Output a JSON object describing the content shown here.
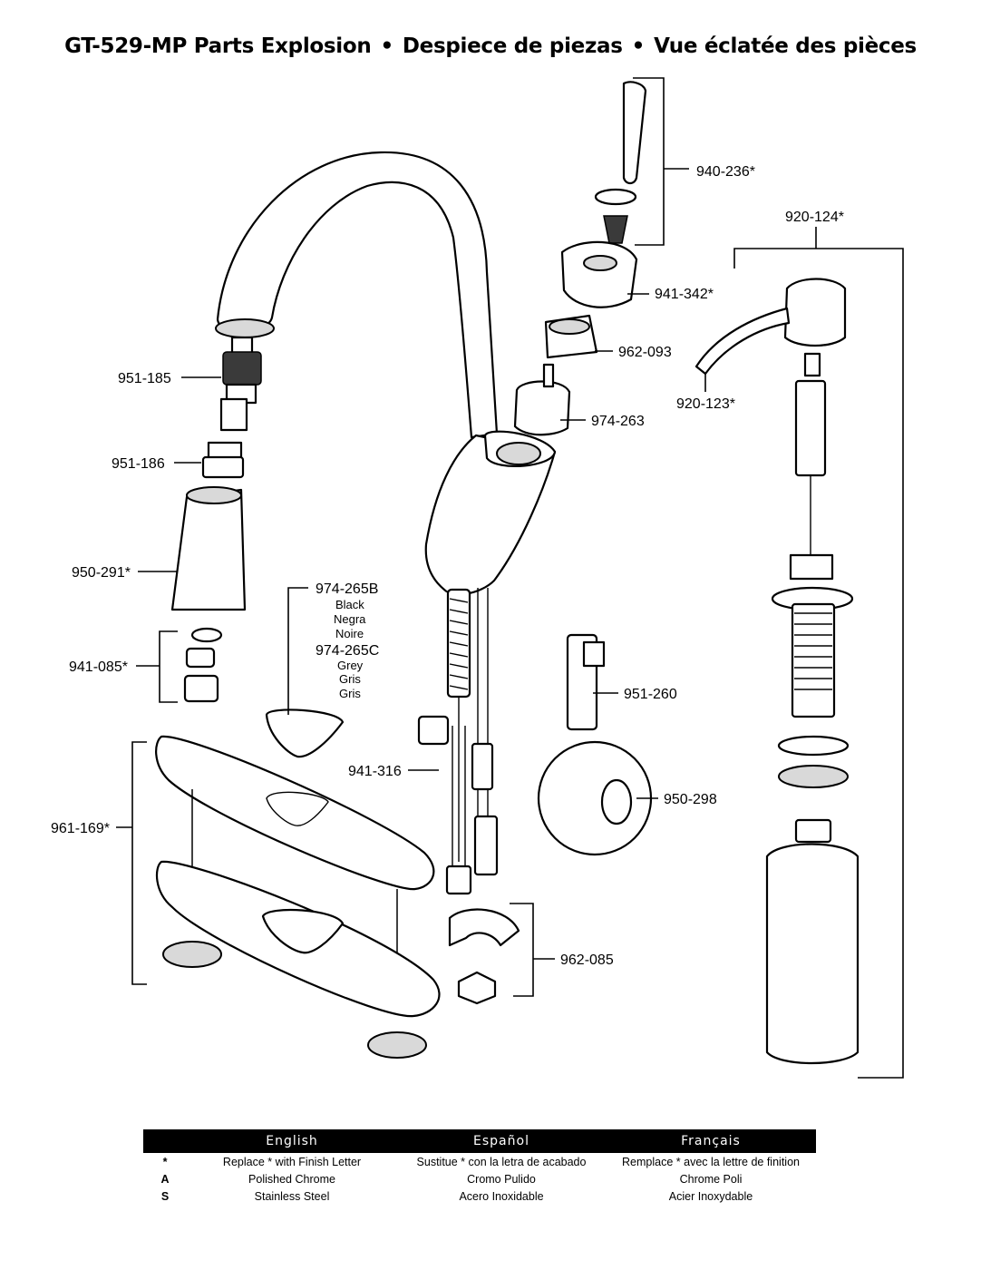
{
  "title": {
    "part1": "GT-529-MP Parts Explosion",
    "part2": "Despiece de piezas",
    "part3": "Vue éclatée des pièces",
    "separator": "•"
  },
  "labels": {
    "p940_236": "940-236*",
    "p920_124": "920-124*",
    "p941_342": "941-342*",
    "p962_093": "962-093",
    "p951_185": "951-185",
    "p920_123": "920-123*",
    "p974_263": "974-263",
    "p951_186": "951-186",
    "p950_291": "950-291*",
    "p974_265B": "974-265B",
    "black_en": "Black",
    "black_es": "Negra",
    "black_fr": "Noire",
    "p974_265C": "974-265C",
    "grey_en": "Grey",
    "grey_es": "Gris",
    "grey_fr": "Gris",
    "p941_085": "941-085*",
    "p951_260": "951-260",
    "p941_316": "941-316",
    "p950_298": "950-298",
    "p961_169": "961-169*",
    "p962_085": "962-085"
  },
  "legend": {
    "headers": [
      "English",
      "Español",
      "Français"
    ],
    "rows": [
      {
        "key": "*",
        "en": "Replace * with Finish Letter",
        "es": "Sustitue * con la letra de acabado",
        "fr": "Remplace * avec la lettre de finition"
      },
      {
        "key": "A",
        "en": "Polished Chrome",
        "es": "Cromo Pulido",
        "fr": "Chrome Poli"
      },
      {
        "key": "S",
        "en": "Stainless Steel",
        "es": "Acero Inoxidable",
        "fr": "Acier Inoxydable"
      }
    ]
  }
}
